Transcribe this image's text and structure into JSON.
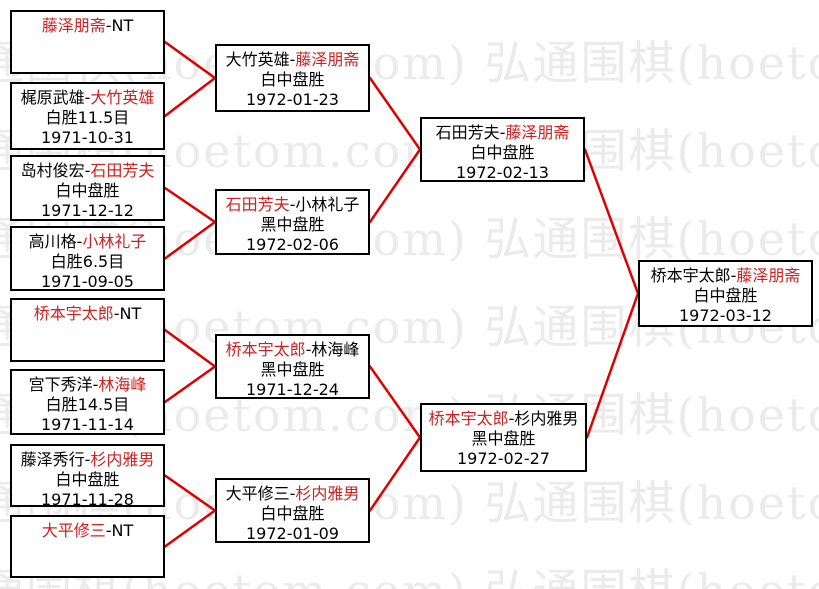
{
  "watermark": {
    "text": "弘通围棋(hoetom.com)",
    "color": "#ebebeb"
  },
  "colors": {
    "winner_red": "#cc2222",
    "connector_red": "#dd0000",
    "border": "#000000"
  },
  "bracket": {
    "boxes": [
      {
        "id": "round1-match1",
        "seg1": {
          "t": "藤泽朋斋",
          "c": "red"
        },
        "seg2": {
          "t": "-NT",
          "c": "blk"
        },
        "result": "",
        "date": ""
      },
      {
        "id": "round1-match2",
        "seg1": {
          "t": "梶原武雄-",
          "c": "blk"
        },
        "seg2": {
          "t": "大竹英雄",
          "c": "red"
        },
        "result": "白胜11.5目",
        "date": "1971-10-31"
      },
      {
        "id": "round1-match3",
        "seg1": {
          "t": "岛村俊宏-",
          "c": "blk"
        },
        "seg2": {
          "t": "石田芳夫",
          "c": "red"
        },
        "result": "白中盘胜",
        "date": "1971-12-12"
      },
      {
        "id": "round1-match4",
        "seg1": {
          "t": "高川格-",
          "c": "blk"
        },
        "seg2": {
          "t": "小林礼子",
          "c": "red"
        },
        "result": "白胜6.5目",
        "date": "1971-09-05"
      },
      {
        "id": "round1-match5",
        "seg1": {
          "t": "桥本宇太郎",
          "c": "red"
        },
        "seg2": {
          "t": "-NT",
          "c": "blk"
        },
        "result": "",
        "date": ""
      },
      {
        "id": "round1-match6",
        "seg1": {
          "t": "宫下秀洋-",
          "c": "blk"
        },
        "seg2": {
          "t": "林海峰",
          "c": "red"
        },
        "result": "白胜14.5目",
        "date": "1971-11-14"
      },
      {
        "id": "round1-match7",
        "seg1": {
          "t": "藤泽秀行-",
          "c": "blk"
        },
        "seg2": {
          "t": "杉内雅男",
          "c": "red"
        },
        "result": "白中盘胜",
        "date": "1971-11-28"
      },
      {
        "id": "round1-match8",
        "seg1": {
          "t": "大平修三",
          "c": "red"
        },
        "seg2": {
          "t": "-NT",
          "c": "blk"
        },
        "result": "",
        "date": ""
      },
      {
        "id": "round2-match1",
        "seg1": {
          "t": "大竹英雄-",
          "c": "blk"
        },
        "seg2": {
          "t": "藤泽朋斋",
          "c": "red"
        },
        "result": "白中盘胜",
        "date": "1972-01-23"
      },
      {
        "id": "round2-match2",
        "seg1": {
          "t": "石田芳夫",
          "c": "red"
        },
        "seg2": {
          "t": "-小林礼子",
          "c": "blk"
        },
        "result": "黑中盘胜",
        "date": "1972-02-06"
      },
      {
        "id": "round2-match3",
        "seg1": {
          "t": "桥本宇太郎",
          "c": "red"
        },
        "seg2": {
          "t": "-林海峰",
          "c": "blk"
        },
        "result": "黑中盘胜",
        "date": "1971-12-24"
      },
      {
        "id": "round2-match4",
        "seg1": {
          "t": "大平修三-",
          "c": "blk"
        },
        "seg2": {
          "t": "杉内雅男",
          "c": "red"
        },
        "result": "白中盘胜",
        "date": "1972-01-09"
      },
      {
        "id": "semifinal-match1",
        "seg1": {
          "t": "石田芳夫-",
          "c": "blk"
        },
        "seg2": {
          "t": "藤泽朋斋",
          "c": "red"
        },
        "result": "白中盘胜",
        "date": "1972-02-13"
      },
      {
        "id": "semifinal-match2",
        "seg1": {
          "t": "桥本宇太郎",
          "c": "red"
        },
        "seg2": {
          "t": "-杉内雅男",
          "c": "blk"
        },
        "result": "黑中盘胜",
        "date": "1972-02-27"
      },
      {
        "id": "final-match",
        "seg1": {
          "t": "桥本宇太郎-",
          "c": "blk"
        },
        "seg2": {
          "t": "藤泽朋斋",
          "c": "red"
        },
        "result": "白中盘胜",
        "date": "1972-03-12"
      }
    ],
    "connections": [
      [
        0,
        8
      ],
      [
        1,
        8
      ],
      [
        2,
        9
      ],
      [
        3,
        9
      ],
      [
        4,
        10
      ],
      [
        5,
        10
      ],
      [
        6,
        11
      ],
      [
        7,
        11
      ],
      [
        8,
        12
      ],
      [
        9,
        12
      ],
      [
        10,
        13
      ],
      [
        11,
        13
      ],
      [
        12,
        14
      ],
      [
        13,
        14
      ]
    ]
  }
}
